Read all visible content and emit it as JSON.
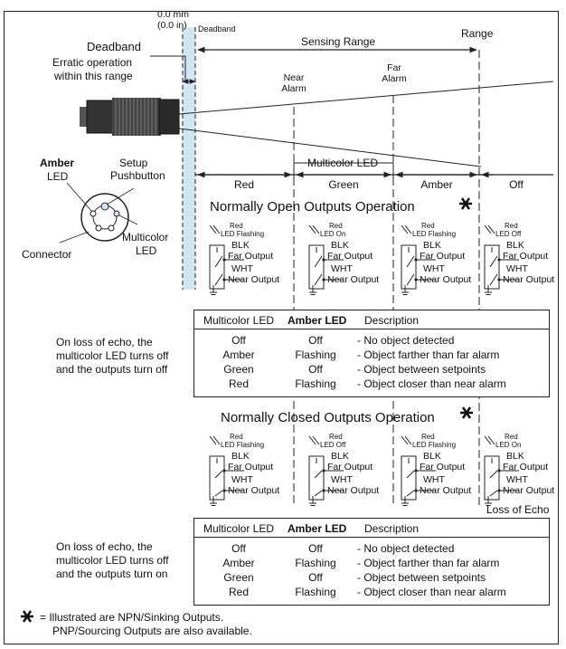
{
  "top": {
    "zero_mm": "0.0 mm",
    "zero_in": "(0.0 in)",
    "deadband_top": "Deadband",
    "range": "Range",
    "sensing_range": "Sensing Range",
    "near_alarm_1": "Near",
    "near_alarm_2": "Alarm",
    "far_alarm_1": "Far",
    "far_alarm_2": "Alarm",
    "deadband_left": "Deadband",
    "erratic_1": "Erratic operation",
    "erratic_2": "within this range"
  },
  "sensor": {
    "amber_bold": "Amber",
    "amber_led": "LED",
    "setup_1": "Setup",
    "setup_2": "Pushbutton",
    "multicolor_1": "Multicolor",
    "multicolor_2": "LED",
    "connector": "Connector"
  },
  "zones": {
    "multicolor_led": "Multicolor LED",
    "red": "Red",
    "green": "Green",
    "amber": "Amber",
    "off": "Off"
  },
  "no_section": {
    "title": "Normally Open Outputs Operation",
    "star": "∗"
  },
  "nc_section": {
    "title": "Normally Closed Outputs Operation",
    "star": "∗",
    "loss_of_echo": "Loss of Echo"
  },
  "circuit_labels": {
    "blk": "BLK",
    "far_output": "Far Output",
    "wht": "WHT",
    "near_output": "Near Output"
  },
  "no_circuits": [
    {
      "led1": "Red",
      "led2": "LED Flashing"
    },
    {
      "led1": "Red",
      "led2": "LED On"
    },
    {
      "led1": "Red",
      "led2": "LED Flashing"
    },
    {
      "led1": "Red",
      "led2": "LED Off"
    }
  ],
  "nc_circuits": [
    {
      "led1": "Red",
      "led2": "LED Flashing"
    },
    {
      "led1": "Red",
      "led2": "LED Off"
    },
    {
      "led1": "Red",
      "led2": "LED Flashing"
    },
    {
      "led1": "Red",
      "led2": "LED On"
    }
  ],
  "table_no": {
    "note_1": "On loss of echo, the",
    "note_2": "multicolor LED turns off",
    "note_3": "and the outputs turn off",
    "h_multicolor": "Multicolor LED",
    "h_amber": "Amber LED",
    "h_desc": "Description",
    "rows": [
      {
        "mc": "Off",
        "amber": "Off",
        "desc": "- No object detected"
      },
      {
        "mc": "Amber",
        "amber": "Flashing",
        "desc": "- Object farther than far alarm"
      },
      {
        "mc": "Green",
        "amber": "Off",
        "desc": "- Object between setpoints"
      },
      {
        "mc": "Red",
        "amber": "Flashing",
        "desc": "- Object closer than near alarm"
      }
    ]
  },
  "table_nc": {
    "note_1": "On loss of echo, the",
    "note_2": "multicolor LED turns off",
    "note_3": "and the outputs turn on",
    "h_multicolor": "Multicolor LED",
    "h_amber": "Amber LED",
    "h_desc": "Description",
    "rows": [
      {
        "mc": "Off",
        "amber": "Off",
        "desc": "- No object detected"
      },
      {
        "mc": "Amber",
        "amber": "Flashing",
        "desc": "- Object farther than far alarm"
      },
      {
        "mc": "Green",
        "amber": "Off",
        "desc": "- Object between setpoints"
      },
      {
        "mc": "Red",
        "amber": "Flashing",
        "desc": "- Object closer than near alarm"
      }
    ]
  },
  "footnote": {
    "star": "∗",
    "line1": "= Illustrated are NPN/Sinking Outputs.",
    "line2": "PNP/Sourcing Outputs are also available."
  },
  "colors": {
    "deadband_fill": "#cfe6f3",
    "line": "#222222"
  }
}
